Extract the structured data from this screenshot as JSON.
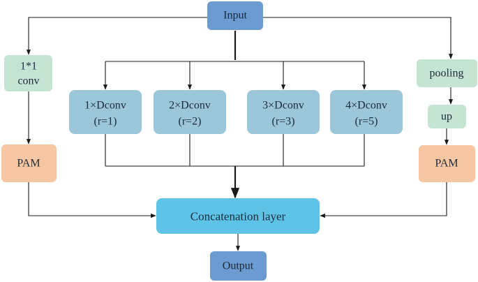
{
  "colors": {
    "input_output": "#6b9bd1",
    "dconv": "#9cc7db",
    "concat": "#5ec3e6",
    "green": "#c6e4d4",
    "pam": "#f7c7a3"
  },
  "nodes": {
    "input": "Input",
    "conv1x1": {
      "line1": "1*1",
      "line2": "conv"
    },
    "pam_left": "PAM",
    "pooling": "pooling",
    "up": "up",
    "pam_right": "PAM",
    "dconv1": {
      "line1": "1×Dconv",
      "line2": "(r=1)"
    },
    "dconv2": {
      "line1": "2×Dconv",
      "line2": "(r=2)"
    },
    "dconv3": {
      "line1": "3×Dconv",
      "line2": "(r=3)"
    },
    "dconv4": {
      "line1": "4×Dconv",
      "line2": "(r=5)"
    },
    "concat": "Concatenation layer",
    "output": "Output"
  }
}
